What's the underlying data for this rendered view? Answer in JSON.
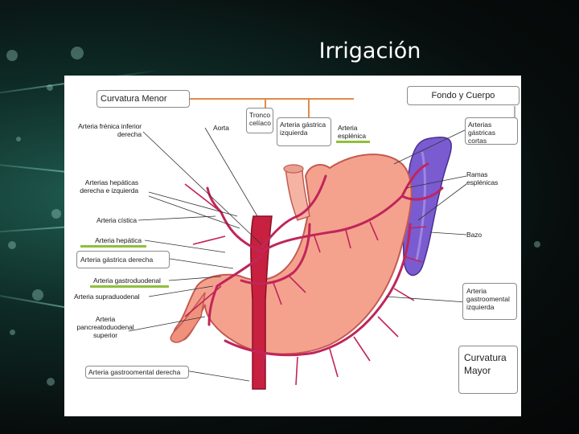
{
  "slide": {
    "title": "Irrigación"
  },
  "callouts": {
    "curvatura_menor": "Curvatura Menor",
    "fondo_cuerpo": "Fondo y Cuerpo",
    "curvatura_mayor_l1": "Curvatura",
    "curvatura_mayor_l2": "Mayor"
  },
  "labels": {
    "frenica_l1": "Arteria frénica inferior",
    "frenica_l2": "derecha",
    "aorta": "Aorta",
    "tronco_l1": "Tronco",
    "tronco_l2": "celíaco",
    "gastrica_izq_l1": "Arteria gástrica",
    "gastrica_izq_l2": "izquierda",
    "esplenica_l1": "Arteria",
    "esplenica_l2": "esplénica",
    "hepaticas_l1": "Arterias hepáticas",
    "hepaticas_l2": "derecha e izquierda",
    "cistica": "Arteria cística",
    "hepatica": "Arteria hepática",
    "gastrica_der": "Arteria gástrica derecha",
    "gastroduodenal": "Arteria gastroduodenal",
    "supraduodenal": "Arteria supraduodenal",
    "pancreato_l1": "Arteria",
    "pancreato_l2": "pancreatoduodenal",
    "pancreato_l3": "superior",
    "gastroomental_der": "Arteria gastroomental derecha",
    "gastricas_cortas_l1": "Arterias gástricas",
    "gastricas_cortas_l2": "cortas",
    "ramas_l1": "Ramas",
    "ramas_l2": "esplénicas",
    "bazo": "Bazo",
    "gastroomental_izq_l1": "Arteria",
    "gastroomental_izq_l2": "gastroomental",
    "gastroomental_izq_l3": "izquierda"
  },
  "colors": {
    "stomach": "#f4a28e",
    "artery": "#c0255a",
    "spleen": "#7a5bd0",
    "callout_line": "#e08a4a",
    "highlight": "#8fbf3c"
  }
}
